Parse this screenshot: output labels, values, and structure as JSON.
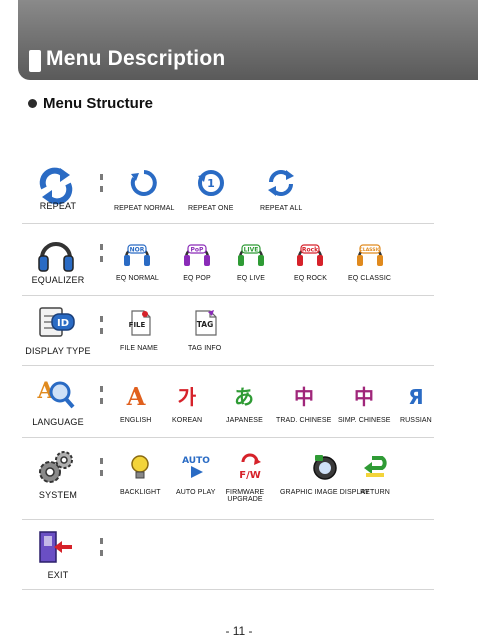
{
  "header": {
    "title": "Menu Description"
  },
  "section": {
    "title": "Menu Structure"
  },
  "menus": [
    {
      "label": "REPEAT",
      "icon": "repeat-icon",
      "options": [
        {
          "label": "REPEAT NORMAL",
          "icon": "repeat-normal-icon"
        },
        {
          "label": "REPEAT ONE",
          "icon": "repeat-one-icon"
        },
        {
          "label": "REPEAT ALL",
          "icon": "repeat-all-icon"
        }
      ]
    },
    {
      "label": "EQUALIZER",
      "icon": "headphones-icon",
      "options": [
        {
          "label": "EQ NORMAL",
          "icon": "eq-normal-icon",
          "tag": "NOR"
        },
        {
          "label": "EQ POP",
          "icon": "eq-pop-icon",
          "tag": "PoP"
        },
        {
          "label": "EQ LIVE",
          "icon": "eq-live-icon",
          "tag": "LIVE"
        },
        {
          "label": "EQ ROCK",
          "icon": "eq-rock-icon",
          "tag": "Rock"
        },
        {
          "label": "EQ CLASSIC",
          "icon": "eq-classic-icon",
          "tag": "CLASSIC"
        }
      ]
    },
    {
      "label": "DISPLAY TYPE",
      "icon": "id-card-icon",
      "options": [
        {
          "label": "FILE NAME",
          "icon": "file-name-icon",
          "tag": "FILE"
        },
        {
          "label": "TAG INFO",
          "icon": "tag-info-icon",
          "tag": "TAG"
        }
      ]
    },
    {
      "label": "LANGUAGE",
      "icon": "language-magnifier-icon",
      "options": [
        {
          "label": "ENGLISH",
          "icon": "english-letter-icon",
          "glyph": "A"
        },
        {
          "label": "KOREAN",
          "icon": "korean-letter-icon",
          "glyph": "가"
        },
        {
          "label": "JAPANESE",
          "icon": "japanese-letter-icon",
          "glyph": "あ"
        },
        {
          "label": "TRAD. CHINESE",
          "icon": "trad-chinese-letter-icon",
          "glyph": "中"
        },
        {
          "label": "SIMP. CHINESE",
          "icon": "simp-chinese-letter-icon",
          "glyph": "中"
        },
        {
          "label": "RUSSIAN",
          "icon": "russian-letter-icon",
          "glyph": "Я"
        }
      ]
    },
    {
      "label": "SYSTEM",
      "icon": "gears-icon",
      "options": [
        {
          "label": "BACKLIGHT",
          "icon": "lightbulb-icon"
        },
        {
          "label": "AUTO PLAY",
          "icon": "auto-play-icon",
          "tag": "AUTO"
        },
        {
          "label": "FIRMWARE UPGRADE",
          "icon": "firmware-icon",
          "tag": "F/W"
        },
        {
          "label": "GRAPHIC IMAGE DISPLAY",
          "icon": "graphic-display-icon"
        },
        {
          "label": "RETURN",
          "icon": "return-arrow-icon"
        }
      ]
    },
    {
      "label": "EXIT",
      "icon": "exit-icon",
      "options": []
    }
  ],
  "footer": {
    "page": "- 11 -"
  },
  "colors": {
    "header": "#6f6f6f",
    "rule": "#d5d5d5",
    "blue": "#2a6bc4",
    "red": "#d6222a"
  }
}
